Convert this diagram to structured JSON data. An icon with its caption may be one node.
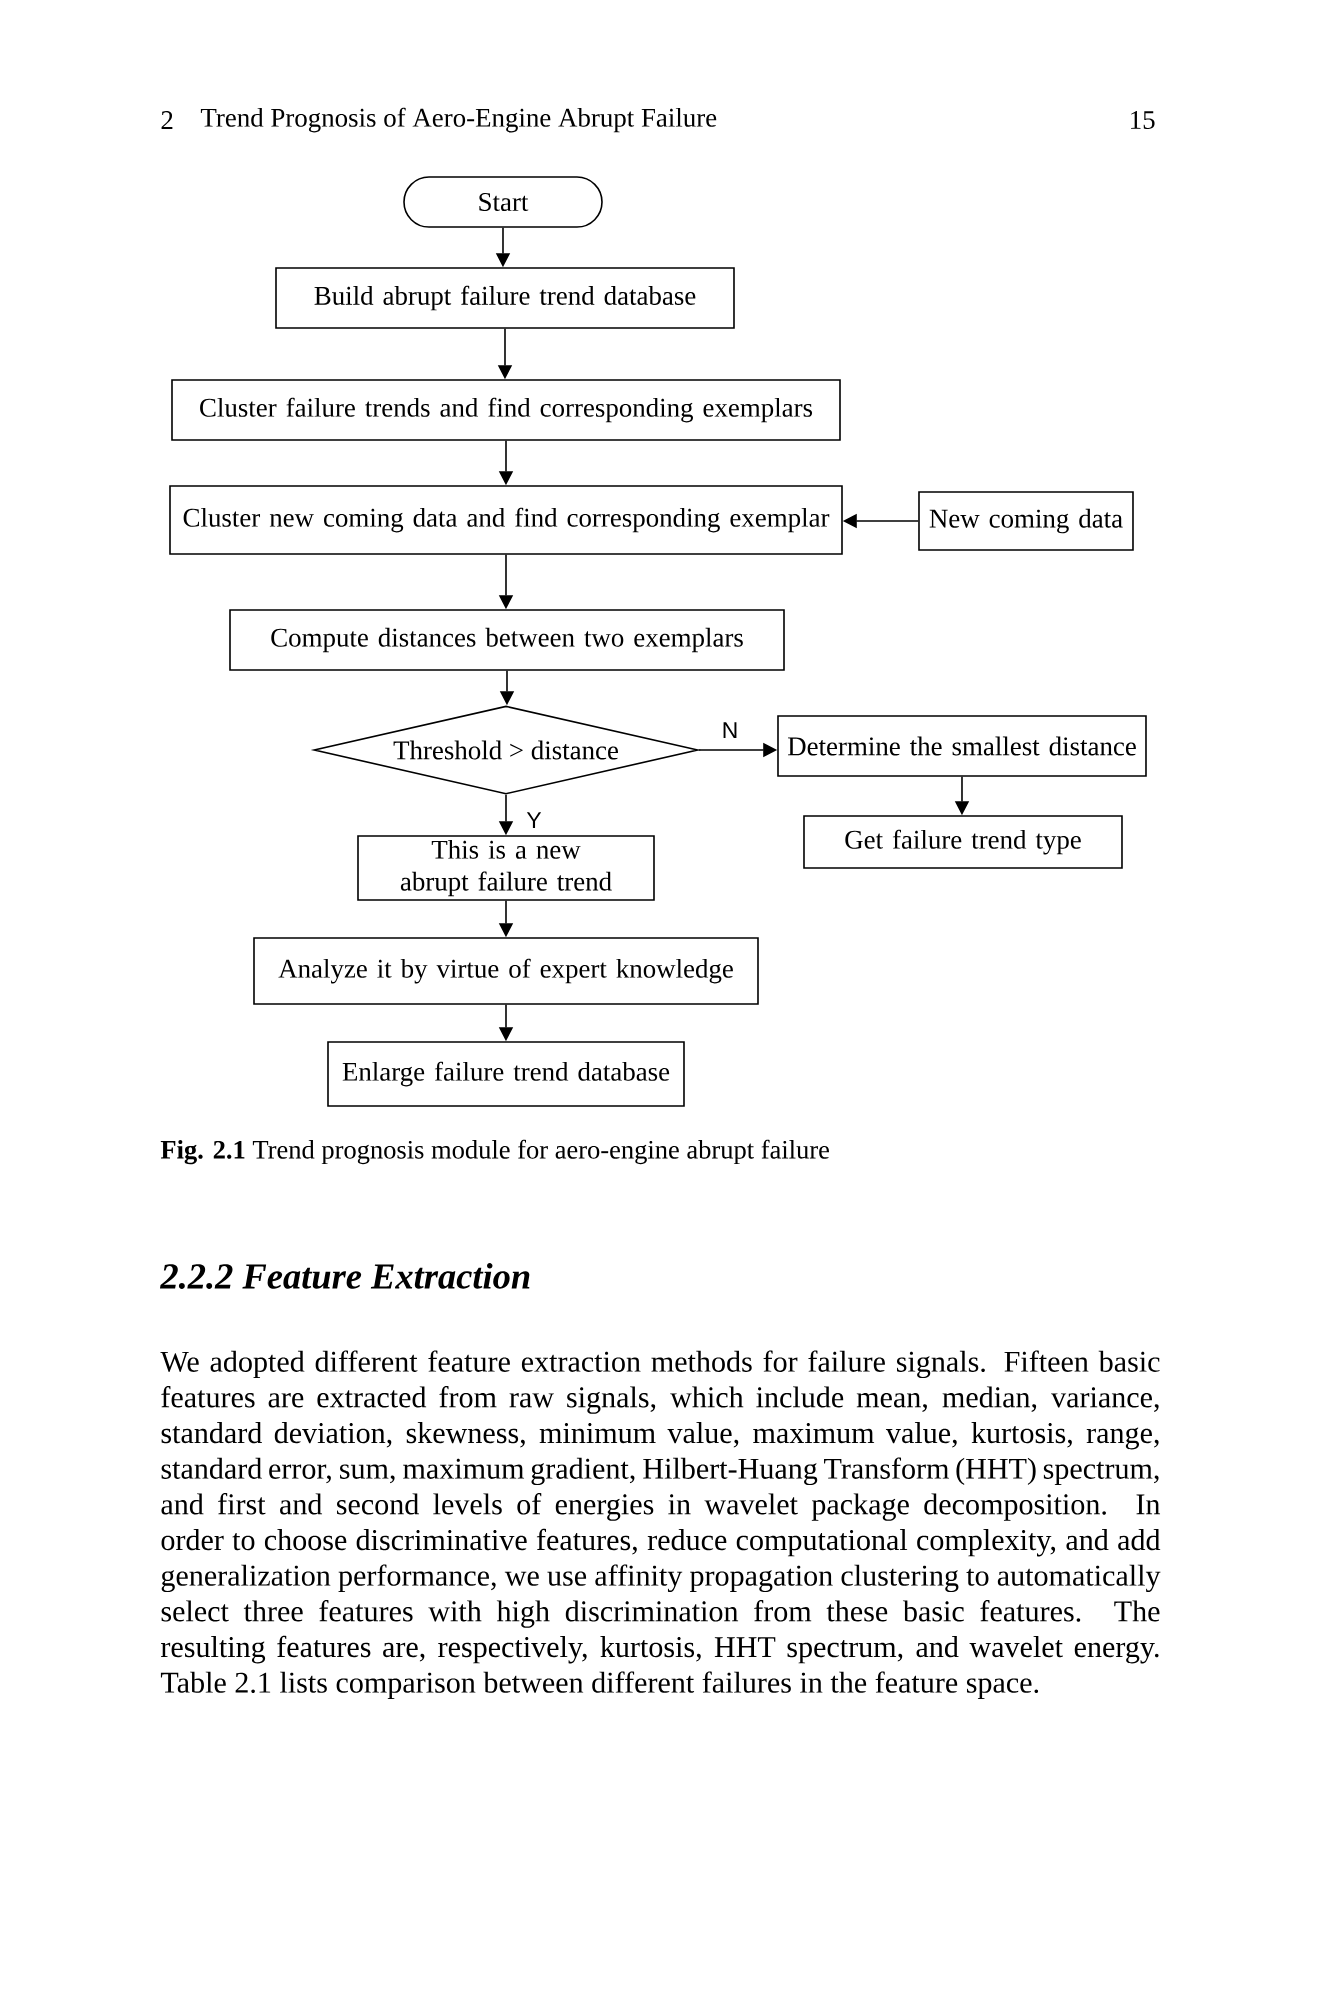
{
  "diagram": {
    "caption": "**Fig. 2.1** Trend prognosis module for aero-engine abrupt failure",
    "nodes": [
      {
        "text": [
          "Start"
        ]
      },
      {
        "text": [
          "Build abrupt failure trend database"
        ]
      },
      {
        "text": [
          "Cluster failure trends and find corresponding exemplars"
        ]
      },
      {
        "text": [
          "Cluster new coming data and find corresponding exemplar"
        ]
      },
      {
        "text": [
          "New coming data"
        ]
      },
      {
        "text": [
          "Compute distances between two exemplars"
        ]
      },
      {
        "text": [
          "Threshold > distance"
        ]
      },
      {
        "text": [
          "Determine the smallest distance"
        ]
      },
      {
        "text": [
          "This is a new abrupt failure trend"
        ]
      },
      {
        "text": [
          "Get failure trend type"
        ]
      },
      {
        "text": [
          "Analyze it by virtue of expert knowledge"
        ]
      },
      {
        "text": [
          "Enlarge failure trend database"
        ]
      }
    ],
    "edges": [
      {
        "from": 0,
        "to": 1,
        "arrow": "to"
      },
      {
        "from": 1,
        "to": 2,
        "arrow": "to"
      },
      {
        "from": 2,
        "to": 3,
        "arrow": "to"
      },
      {
        "from": 4,
        "to": 3,
        "arrow": "to"
      },
      {
        "from": 3,
        "to": 5,
        "arrow": "to"
      },
      {
        "from": 5,
        "to": 6,
        "arrow": "to"
      },
      {
        "from": 6,
        "to": 7,
        "arrow": "to",
        "label": "N"
      },
      {
        "from": 7,
        "to": 9,
        "arrow": "to"
      },
      {
        "from": 6,
        "to": 8,
        "arrow": "to",
        "label": "Y"
      },
      {
        "from": 8,
        "to": 10,
        "arrow": "to"
      },
      {
        "from": 10,
        "to": 11,
        "arrow": "to"
      }
    ],
    "labels": [
      "2",
      "Trend Prognosis of Aero-Engine Abrupt Failure",
      "15",
      "2.2.2 Feature Extraction",
      "We adopted different feature extraction methods for failure signals. Fifteen basic features are extracted from raw signals, which include mean, median, variance, standard deviation, skewness, minimum value, maximum value, kurtosis, range, standard error, sum, maximum gradient, Hilbert-Huang Transform (HHT) spectrum, and first and second levels of energies in wavelet package decomposition. In order to choose discriminative features, reduce computational complexity, and add generalization performance, we use affinity propagation clustering to automatically select three features with high discrimination from these basic features. The resulting features are, respectively, kurtosis, HHT spectrum, and wavelet energy. Table 2.1 lists comparison between different failures in the feature space."
    ]
  }
}
